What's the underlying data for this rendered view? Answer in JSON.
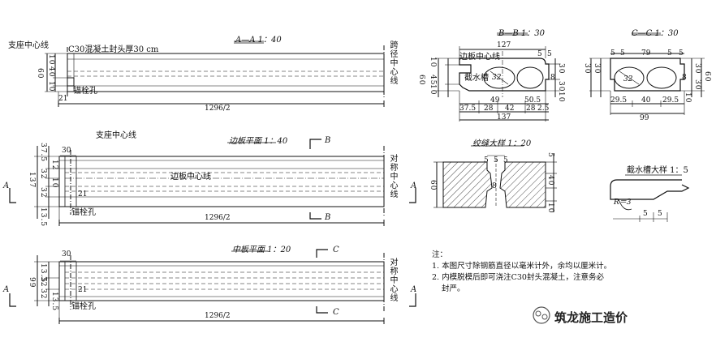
{
  "views": {
    "aa": {
      "title": "A—A  1：40",
      "support_line": "支座中心线",
      "seal_note": "C30混凝土封头厚30 cm",
      "span_line": "跨径中心线",
      "anchor_hole": "锚栓孔",
      "dims": {
        "total": "1296/2",
        "d21": "21",
        "d60": "60",
        "d10": "10",
        "d40": "40",
        "d10b": "10"
      }
    },
    "edge": {
      "title": "边板平面  1：40",
      "support_line": "支座中心线",
      "center_line": "边板中心线",
      "sym_line": "对称中心线",
      "anchor_hole": "锚栓孔",
      "section": "B",
      "cut": "A",
      "dims": {
        "total": "1296/2",
        "d30": "30",
        "d21": "21",
        "v37": "37.5",
        "v137": "137",
        "v12": "12",
        "v32a": "32",
        "v10": "10",
        "v32b": "32",
        "v135": "13.5"
      }
    },
    "mid": {
      "title": "中板平面  1：20",
      "sym_line": "对称中心线",
      "anchor_hole": "锚栓孔",
      "section": "C",
      "cut": "A",
      "dims": {
        "total": "1296/2",
        "d30": "30",
        "d21": "21",
        "v99": "99",
        "v32a": "32",
        "v32b": "32",
        "v13a": "13.5",
        "v13b": "13.5"
      }
    },
    "bb": {
      "title": "B—B  1：30",
      "center_line": "边板中心线",
      "groove": "截水槽",
      "hole": "32",
      "dims": {
        "top": "127",
        "d5a": "5",
        "d5b": "5",
        "d10": "10",
        "d60": "60",
        "d45": "45",
        "d10b": "10",
        "d8": "8",
        "d30a": "30",
        "d30b": "30",
        "b49": "49",
        "b505": "50.5",
        "b375": "37.5",
        "b28": "28",
        "b42": "42",
        "b28b": "28",
        "b25": "2.5",
        "bottom": "137",
        "d10c": "10"
      }
    },
    "cc": {
      "title": "C—C  1：30",
      "hole": "32",
      "dims": {
        "d5a": "5",
        "d5b": "5",
        "top": "79",
        "d5c": "5",
        "d5d": "5",
        "d30a": "30",
        "d30b": "30",
        "d60": "60",
        "d8": "8",
        "d30c": "30",
        "d30d": "30",
        "b295a": "29.5",
        "b40": "40",
        "b295b": "29.5",
        "d10": "10",
        "bottom": "99"
      }
    },
    "joint": {
      "title": "绞缝大样  1：20",
      "dims": {
        "d5a": "5",
        "d5b": "5",
        "d5c": "5",
        "d8": "8",
        "d40": "40",
        "d10": "10",
        "d5d": "5",
        "d60": "60"
      }
    },
    "groove": {
      "title": "截水槽大样  1：5",
      "radius": "R＝3",
      "dims": {
        "d5a": "5",
        "d5b": "5"
      }
    }
  },
  "notes": {
    "head": "注：",
    "items": [
      "1. 本图尺寸除钢筋直径以毫米计外，余均以厘米计。",
      "2. 内模脱模后即可浇注C30封头混凝土，注意务必",
      "封严。"
    ]
  },
  "watermark": {
    "text": "筑龙施工造价",
    "icon": "wechat-logo-icon"
  }
}
